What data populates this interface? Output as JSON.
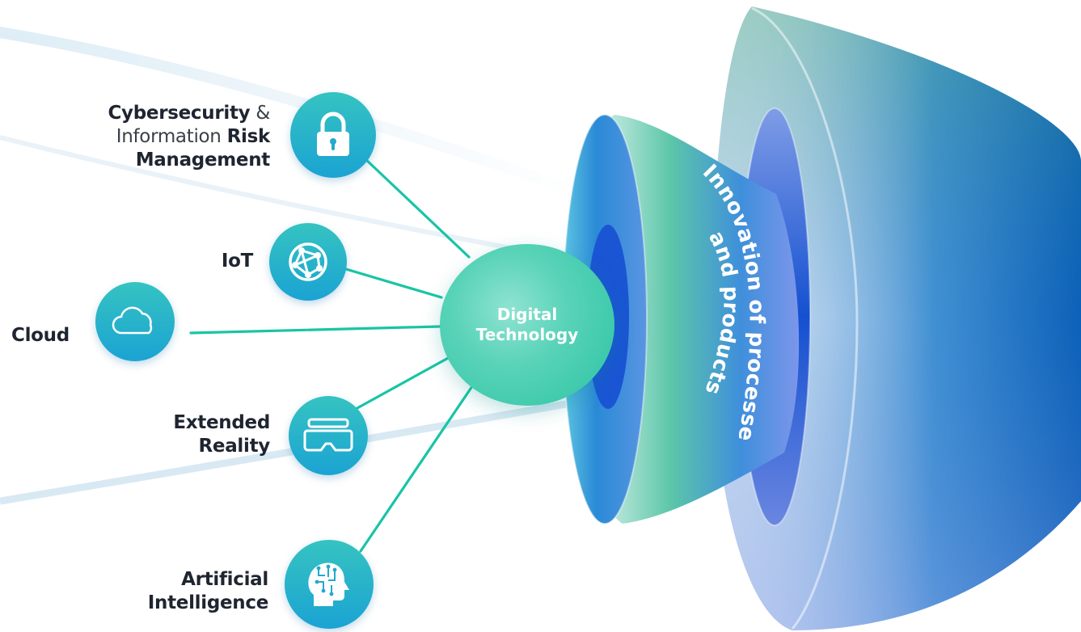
{
  "center": {
    "line1": "Digital",
    "line2": "Technology"
  },
  "arc_text": {
    "outer": "Innovation of processes",
    "inner": "and products"
  },
  "nodes": {
    "cybersecurity": {
      "line1_a": "Cybersecurity",
      "line1_b": "&",
      "line2_a": "Information",
      "line2_b": "Risk",
      "line3": "Management",
      "icon": "lock-icon"
    },
    "iot": {
      "label": "IoT",
      "icon": "network-globe-icon"
    },
    "cloud": {
      "label": "Cloud",
      "icon": "cloud-icon"
    },
    "xr": {
      "line1": "Extended",
      "line2": "Reality",
      "icon": "vr-headset-icon"
    },
    "ai": {
      "line1": "Artificial",
      "line2": "Intelligence",
      "icon": "ai-head-icon"
    }
  },
  "colors": {
    "connector": "#19c4a6",
    "icon_top": "#35c3c1",
    "icon_bottom": "#1ba3d3",
    "funnel_blue": "#1a5fcf",
    "funnel_green": "#4aa98d"
  }
}
